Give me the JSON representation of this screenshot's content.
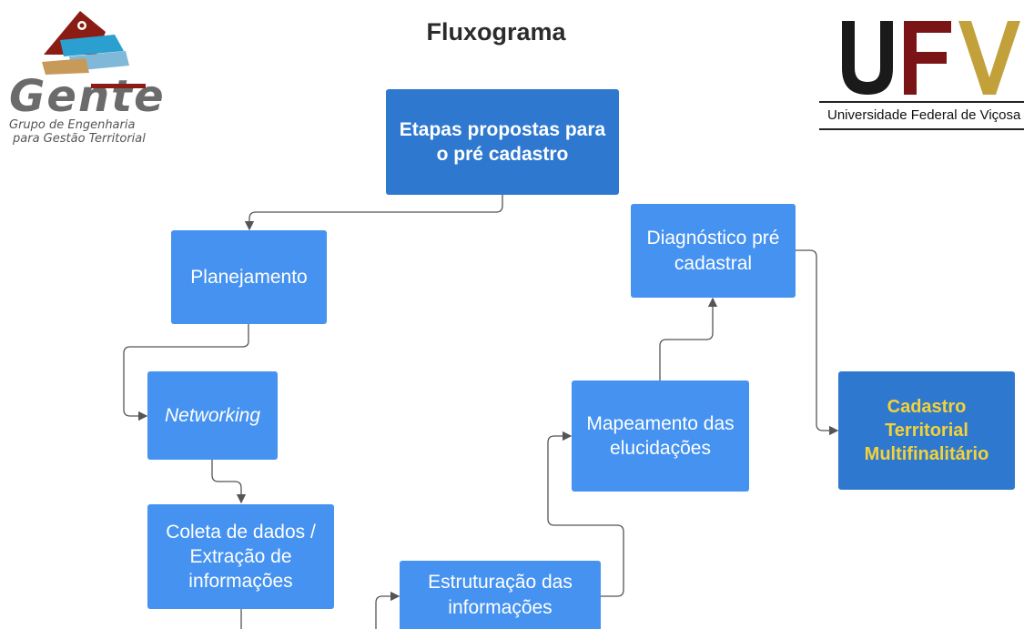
{
  "title": "Fluxograma",
  "logos": {
    "gente": {
      "wordmark": "Gente",
      "subtitle_line1": "Grupo de Engenharia",
      "subtitle_line2": "para Gestão Territorial"
    },
    "ufv": {
      "wordmark": "UFV",
      "subtitle": "Universidade Federal de Viçosa"
    }
  },
  "nodes": {
    "etapas": "Etapas propostas para o pré cadastro",
    "planejamento": "Planejamento",
    "networking": "Networking",
    "coleta": "Coleta de dados / Extração de informações",
    "estruturacao": "Estruturação das informações",
    "mapeamento": "Mapeamento das elucidações",
    "diagnostico": "Diagnóstico pré cadastral",
    "cadastro": "Cadastro Territorial Multifinalitário"
  },
  "colors": {
    "box": "#4592f0",
    "box_dark": "#2f78cf",
    "final_text": "#f3d23a",
    "connector": "#555555"
  }
}
